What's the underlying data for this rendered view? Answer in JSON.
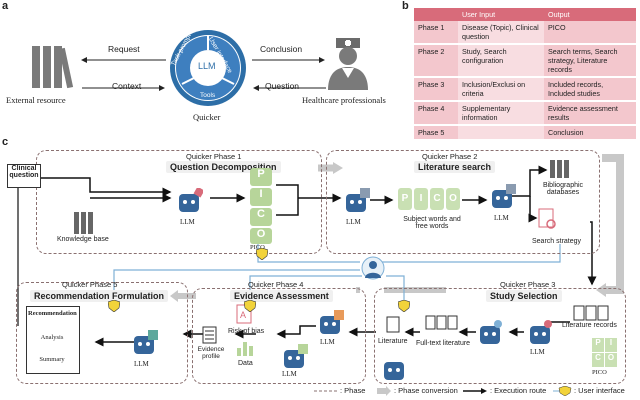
{
  "panels": {
    "a": "a",
    "b": "b",
    "c": "c"
  },
  "panel_a": {
    "external_resource": "External resource",
    "healthcare_professionals": "Healthcare professionals",
    "request": "Request",
    "context": "Context",
    "conclusion": "Conclusion",
    "question": "Question",
    "quicker": "Quicker",
    "llm": "LLM",
    "ring_labels": [
      "Task prompt",
      "User interface",
      "Tools"
    ]
  },
  "panel_b": {
    "headers": [
      "",
      "User Input",
      "Output"
    ],
    "rows": [
      {
        "phase": "Phase 1",
        "input": "Disease (Topic), Clinical question",
        "output": "PICO"
      },
      {
        "phase": "Phase 2",
        "input": "Study, Search configuration",
        "output": "Search terms, Search strategy, Literature records"
      },
      {
        "phase": "Phase 3",
        "input": "Inclusion/Exclusi on criteria",
        "output": "Included records, Included studies"
      },
      {
        "phase": "Phase 4",
        "input": "Supplementary information",
        "output": "Evidence assessment results"
      },
      {
        "phase": "Phase 5",
        "input": "",
        "output": "Conclusion"
      }
    ]
  },
  "panel_c": {
    "phase1": {
      "sub": "Quicker Phase 1",
      "title": "Question Decomposition"
    },
    "phase2": {
      "sub": "Quicker Phase 2",
      "title": "Literature search"
    },
    "phase3": {
      "sub": "Quicker Phase 3",
      "title": "Study Selection"
    },
    "phase4": {
      "sub": "Quicker Phase 4",
      "title": "Evidence Assessment"
    },
    "phase5": {
      "sub": "Quicker Phase 5",
      "title": "Recommendation Formulation"
    },
    "clinical_question": "Clinical question",
    "knowledge_base": "Knowledge base",
    "llm": "LLM",
    "pico": "PICO",
    "pico_letters": [
      "P",
      "I",
      "C",
      "O"
    ],
    "subject_words": "Subject words and free words",
    "bibliographic_databases": "Bibliographic databases",
    "search_strategy": "Search strategy",
    "literature_records": "Literature records",
    "full_text_literature": "Full-text literature",
    "literature": "Literature",
    "risk_of_bias": "Risk of bias",
    "evidence_profile": "Evidence profile",
    "data": "Data",
    "recommendation": "Recommendation",
    "analysis": "Analysis",
    "summary": "Summary"
  },
  "legend": {
    "phase": ": Phase",
    "phase_conversion": ": Phase conversion",
    "execution_route": ": Execution route",
    "user_interface": ": User interface"
  },
  "colors": {
    "header_red": "#d86b7a",
    "row_pink": "#f3c7cd",
    "pico_green": "#b7d59a",
    "llm_blue": "#35659a",
    "ui_line": "#7fb0d6",
    "shield_yellow": "#f2d33a"
  }
}
